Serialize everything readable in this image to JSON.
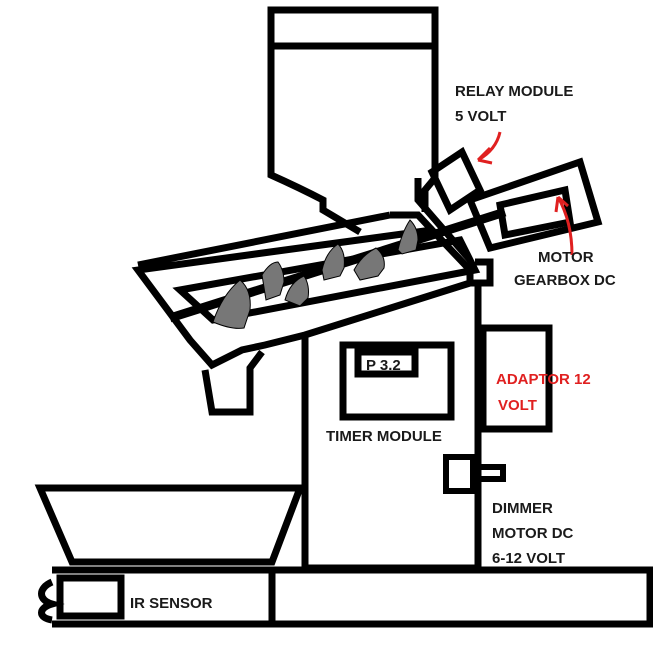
{
  "labels": {
    "relay_line1": "RELAY MODULE",
    "relay_line2": "5 VOLT",
    "motor_line1": "MOTOR",
    "motor_line2": "GEARBOX DC",
    "display": "P 3.2",
    "timer": "TIMER MODULE",
    "adaptor_line1": "ADAPTOR  12",
    "adaptor_line2": "VOLT",
    "dimmer_line1": "DIMMER",
    "dimmer_line2": "MOTOR DC",
    "dimmer_line3": "6-12 VOLT",
    "ir_sensor": "IR SENSOR"
  },
  "colors": {
    "line": "#000000",
    "annotation_red": "#e02020",
    "blade": "#777777",
    "label": "#1a1a1a"
  }
}
